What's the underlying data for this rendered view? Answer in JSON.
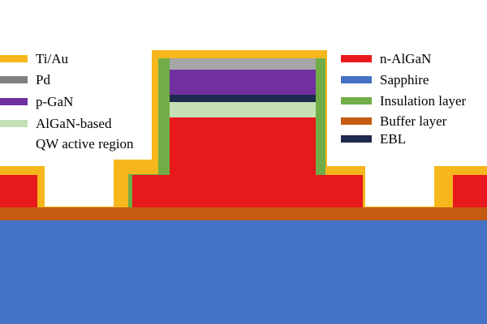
{
  "legend_left": [
    {
      "label": "Ti/Au",
      "color": "#F5B71C"
    },
    {
      "label": "Pd",
      "color": "#808080"
    },
    {
      "label": "p-GaN",
      "color": "#7030A0"
    },
    {
      "label": "AlGaN-based",
      "label2": "QW active region",
      "color": "#C5E0B4"
    }
  ],
  "legend_right": [
    {
      "label": "n-AlGaN",
      "color": "#E8191C"
    },
    {
      "label": "Sapphire",
      "color": "#4472C4"
    },
    {
      "label": "Insulation layer",
      "color": "#70AD47"
    },
    {
      "label": "Buffer layer",
      "color": "#C55A11"
    },
    {
      "label": "EBL",
      "color": "#1F2A4F"
    }
  ],
  "layers": {
    "ti_au": "#F5B71C",
    "pd": "#A6A6A6",
    "p_gan": "#7030A0",
    "ebl": "#1F2A4F",
    "qw": "#C5E0B4",
    "n_algan": "#E8191C",
    "insulation": "#70AD47",
    "buffer": "#C55A11",
    "sapphire": "#4472C4"
  }
}
